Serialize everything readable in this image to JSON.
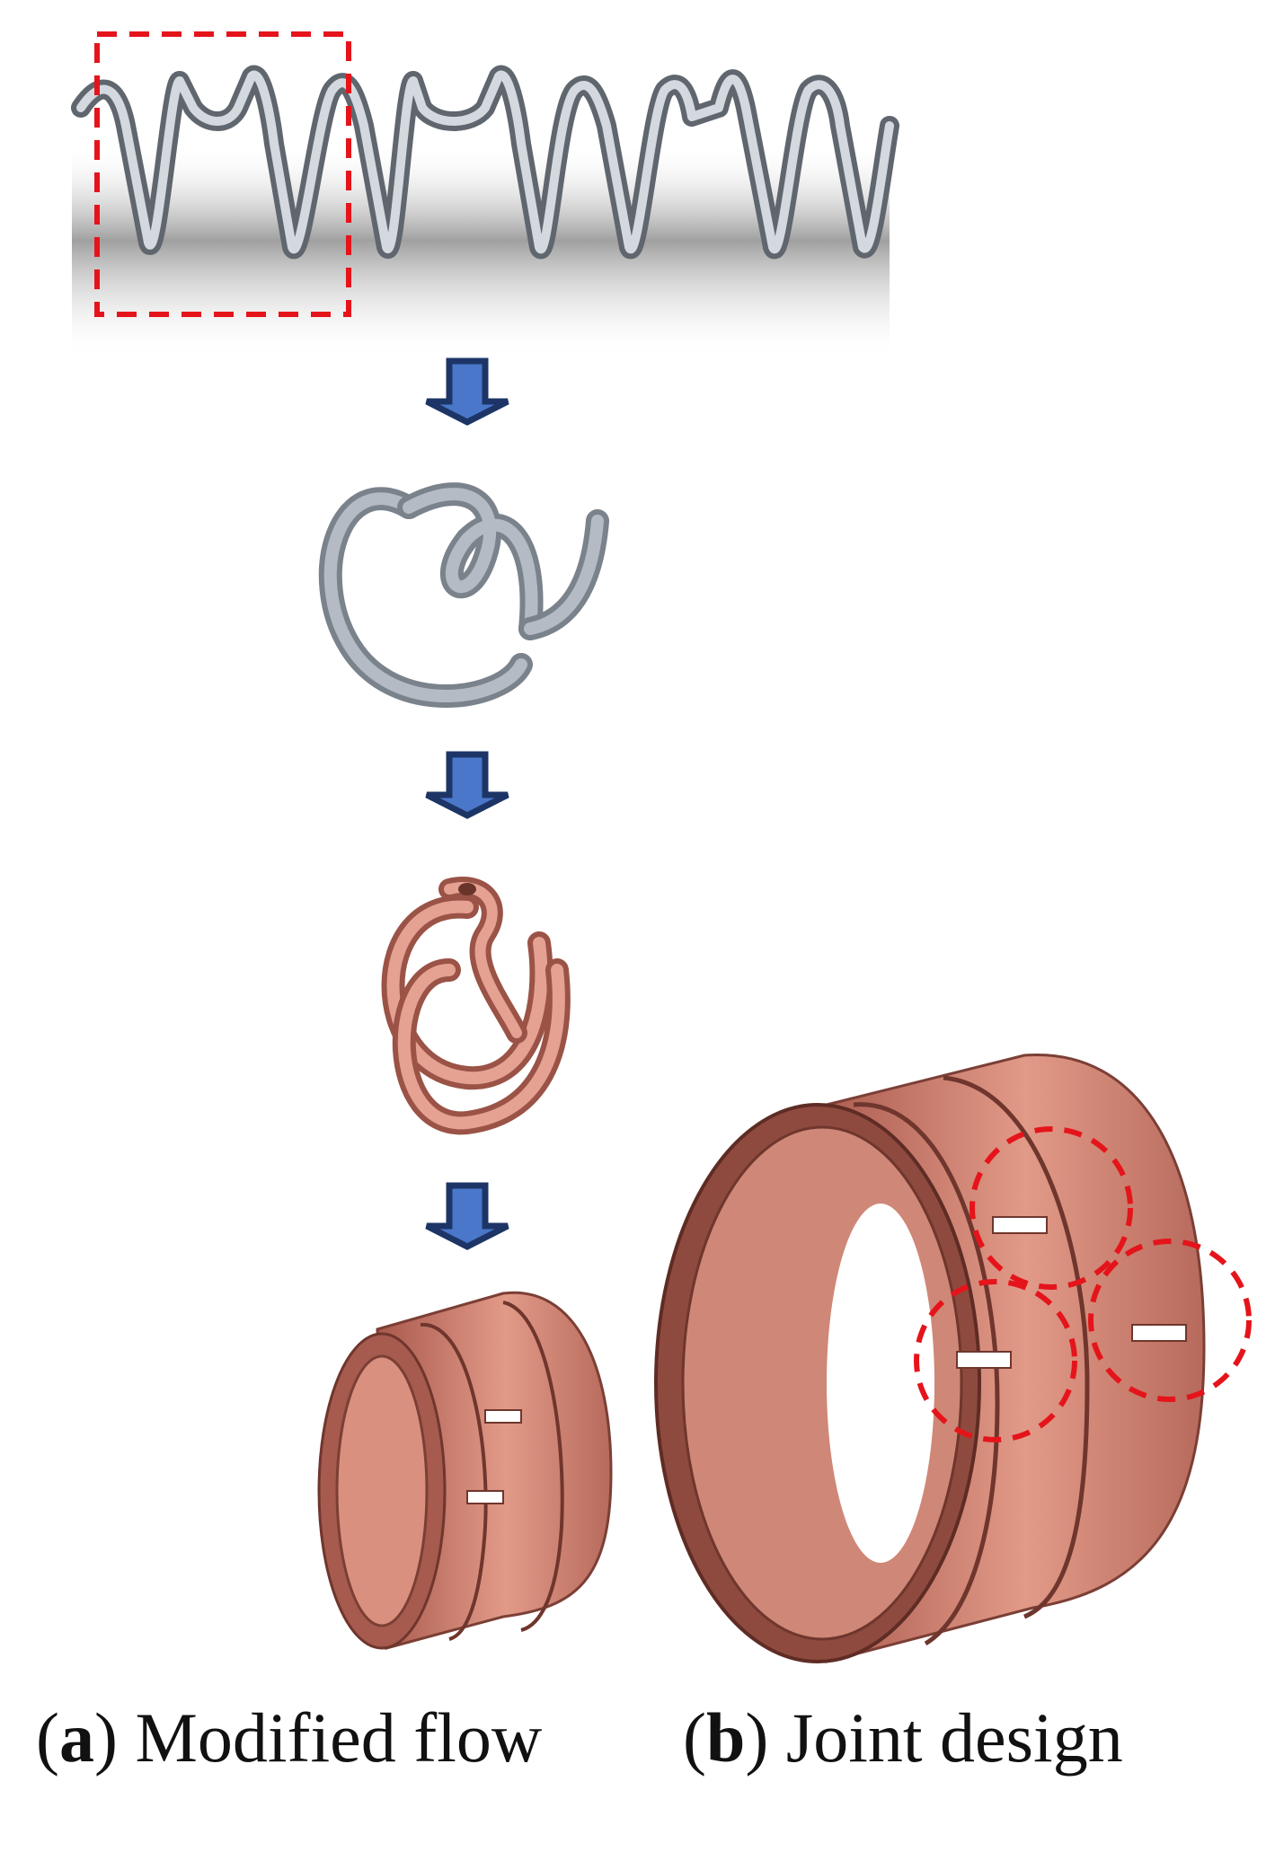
{
  "captions": {
    "a": {
      "open": "(",
      "letter": "a",
      "rest": ") Modified flow"
    },
    "b": {
      "open": "(",
      "letter": "b",
      "rest": ") Joint design"
    }
  },
  "colors": {
    "spring_steel": "#a9b1bb",
    "spring_dark": "#5c636c",
    "copper_light": "#e8a596",
    "copper_mid": "#c97a68",
    "copper_dark": "#8e4c40",
    "arrow_fill": "#4a77c9",
    "arrow_stroke": "#1d3566",
    "highlight": "#e5141b"
  },
  "icons": [
    "down-arrow-icon"
  ]
}
